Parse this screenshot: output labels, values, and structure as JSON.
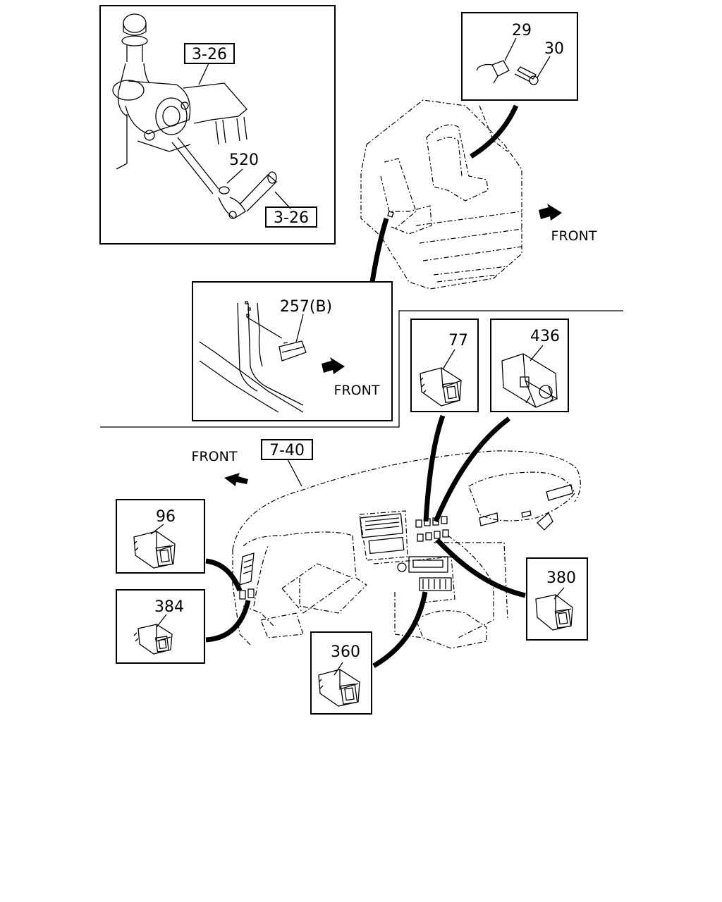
{
  "callouts": {
    "p29": "29",
    "p30": "30",
    "p520": "520",
    "p257b": "257(B)",
    "p77": "77",
    "p436": "436",
    "p96": "96",
    "p384": "384",
    "p380": "380",
    "p360": "360"
  },
  "references": {
    "ref_3_26_upper": "3-26",
    "ref_3_26_lower": "3-26",
    "ref_7_40": "7-40"
  },
  "direction_labels": {
    "front_cab": "FRONT",
    "front_inset": "FRONT",
    "front_dash": "FRONT"
  }
}
